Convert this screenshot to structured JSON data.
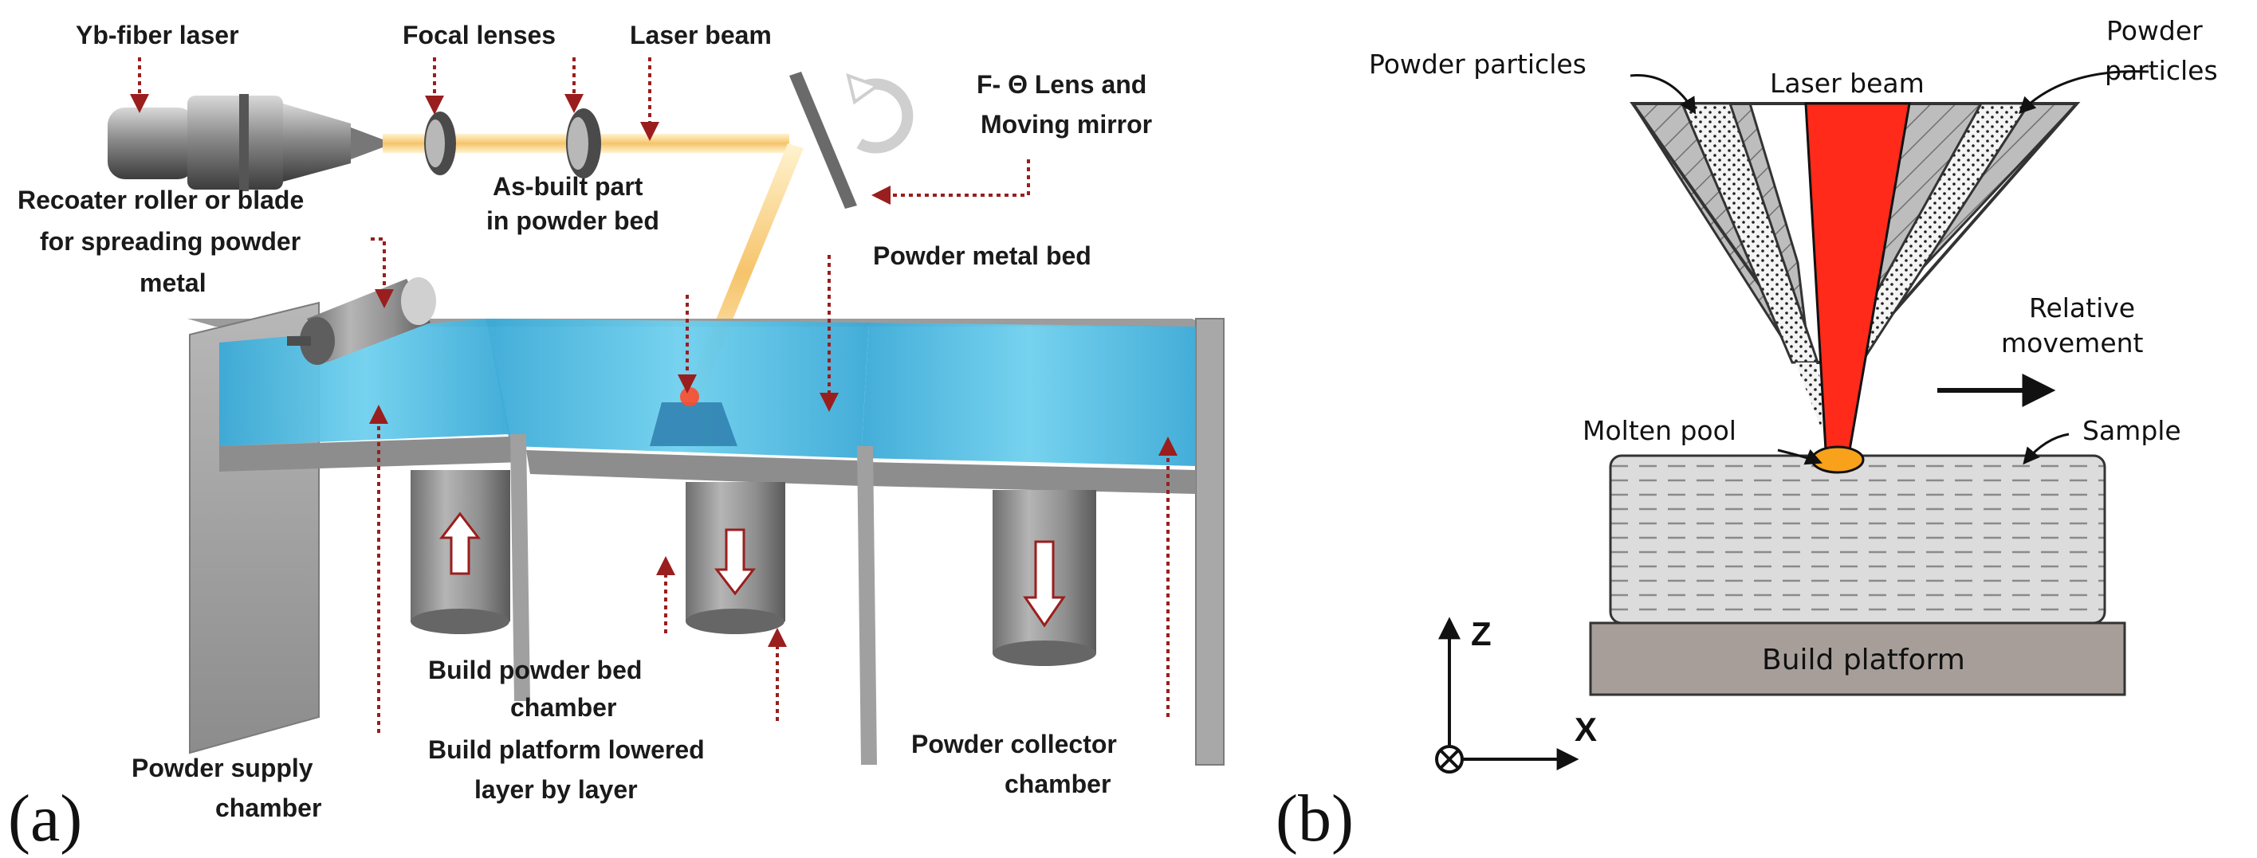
{
  "panel_a": {
    "panel_label": "(a)",
    "labels": {
      "yb_fiber_laser": "Yb-fiber laser",
      "focal_lenses": "Focal lenses",
      "laser_beam": "Laser beam",
      "f_theta_line1": "F- Θ Lens and",
      "f_theta_line2": "Moving mirror",
      "recoater_line1": "Recoater roller or blade",
      "recoater_line2": "for spreading powder",
      "recoater_line3": "metal",
      "as_built_line1": "As-built part",
      "as_built_line2": "in powder bed",
      "powder_metal_bed": "Powder metal bed",
      "build_chamber_line1": "Build powder bed",
      "build_chamber_line2": "chamber",
      "build_platform_line1": "Build platform lowered",
      "build_platform_line2": "layer by layer",
      "supply_line1": "Powder supply",
      "supply_line2": "chamber",
      "collector_line1": "Powder collector",
      "collector_line2": "chamber"
    }
  },
  "panel_b": {
    "panel_label": "(b)",
    "labels": {
      "powder_particles_left": "Powder particles",
      "laser_beam": "Laser beam",
      "powder_particles_right_line1": "Powder",
      "powder_particles_right_line2": "particles",
      "relative_line1": "Relative",
      "relative_line2": "movement",
      "molten_pool": "Molten pool",
      "sample": "Sample",
      "build_platform": "Build platform",
      "axis_z": "Z",
      "axis_x": "X"
    }
  },
  "colors": {
    "powder_blue": "#3fb4dc",
    "laser_red": "#ff2a1a",
    "steel_gray": "#9b9b9b",
    "arrow_dark_red": "#9a1e1e",
    "molten_orange": "#f7a21a"
  }
}
